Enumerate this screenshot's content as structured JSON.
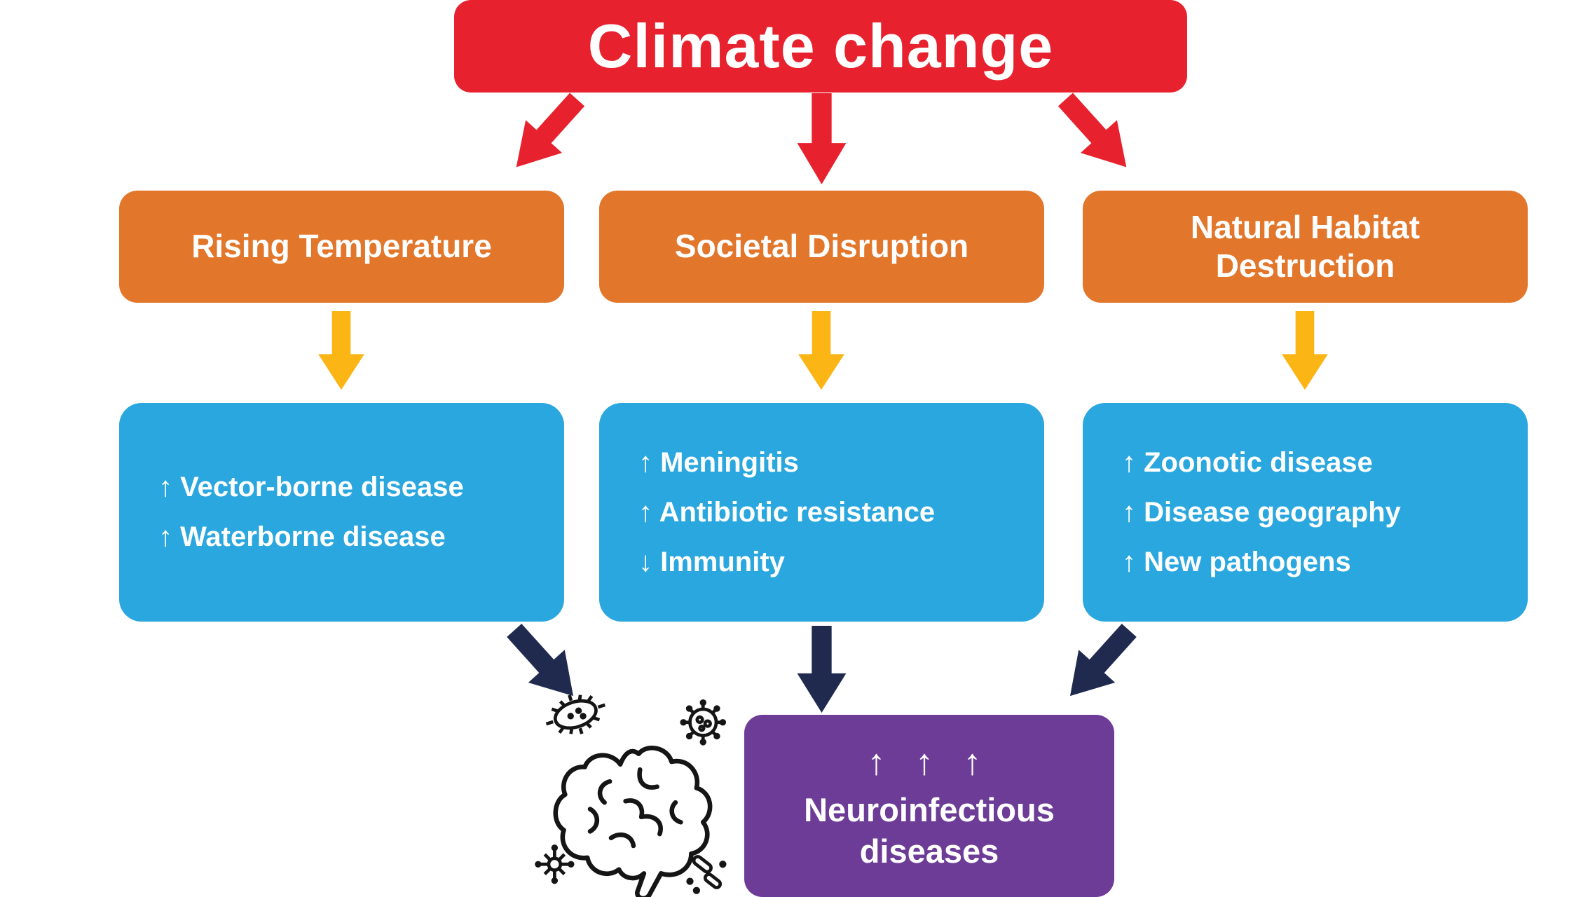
{
  "title": "Climate change",
  "colors": {
    "climate_red": "#E7222E",
    "cause_orange": "#E2762B",
    "arrow_yellow": "#FBB515",
    "effect_blue": "#2AA7DE",
    "arrow_navy": "#1F2A4E",
    "outcome_purple": "#6C3C97",
    "text": "#FFFFFF"
  },
  "causes": [
    {
      "label": "Rising Temperature",
      "effects": [
        "↑ Vector-borne disease",
        "↑ Waterborne disease"
      ]
    },
    {
      "label": "Societal Disruption",
      "effects": [
        "↑ Meningitis",
        "↑ Antibiotic resistance",
        "↓ Immunity"
      ]
    },
    {
      "label": "Natural Habitat Destruction",
      "effects": [
        "↑ Zoonotic disease",
        "↑ Disease geography",
        "↑ New pathogens"
      ]
    }
  ],
  "outcome": {
    "arrows": "↑ ↑ ↑",
    "label": "Neuroinfectious diseases"
  },
  "icons": {
    "illustration": "brain-with-pathogens",
    "parts": [
      "bacterium-icon",
      "virus-icon",
      "spiky-microbe-icon",
      "rod-bacteria-icon",
      "brain-icon"
    ]
  }
}
